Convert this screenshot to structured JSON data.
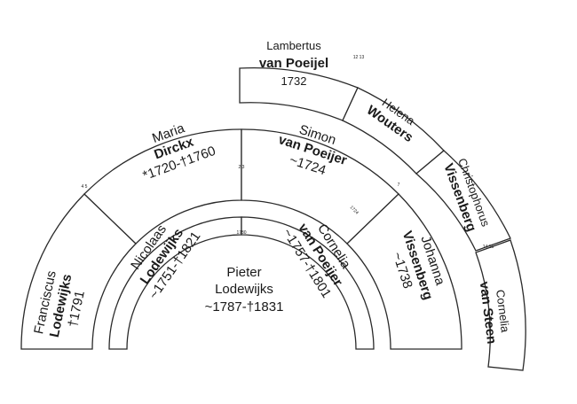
{
  "root": {
    "first": "Pieter",
    "last": "Lodewijks",
    "dates": "~1787-†1831",
    "id_mark": "1780"
  },
  "parents": {
    "father": {
      "first": "Nicolaas",
      "last": "Lodewijks",
      "dates": "~1751-†1821",
      "id_mark": "2  3"
    },
    "mother": {
      "first": "Cornelia",
      "last": "van Poeijer",
      "dates": "~1757-†1801"
    }
  },
  "grandparents": {
    "ff": {
      "first": "Franciscus",
      "last": "Lodewijks",
      "dates": "†1791",
      "id_mark": "4  5"
    },
    "fm": {
      "first": "Maria",
      "last": "Dirckx",
      "dates": "*1720-†1760"
    },
    "mf": {
      "first": "Simon",
      "last": "van Poeijer",
      "dates": "~1724",
      "id_mark": "1724"
    },
    "mm": {
      "first": "Johanna",
      "last": "Vissenberg",
      "dates": "~1738",
      "id_mark": "7"
    }
  },
  "great_grandparents": {
    "p12": {
      "first": "Lambertus",
      "last": "van Poeijel",
      "dates": "1732",
      "id_mark": "12  13"
    },
    "p13": {
      "first": "Helena",
      "last": "Wouters"
    },
    "p14": {
      "first": "Christophorus",
      "last": "Vissenberg"
    },
    "p15": {
      "first": "Cornelia",
      "last": "van Steen",
      "id_mark": "14  15"
    }
  }
}
